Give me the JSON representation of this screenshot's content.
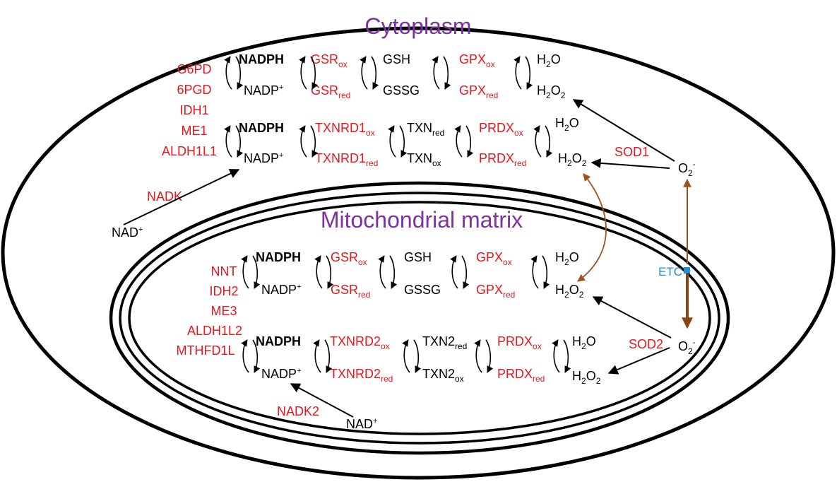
{
  "compartments": {
    "cytoplasm": "Cytoplasm",
    "mito": "Mitochondrial matrix"
  },
  "cyto": {
    "enzymes": [
      "G6PD",
      "6PGD",
      "IDH1",
      "ME1",
      "ALDH1L1"
    ],
    "nadk": "NADK",
    "sod": "SOD1",
    "row1": {
      "nadph": "NADPH",
      "nadp": "NADP",
      "nadp_sup": "+",
      "gsr": "GSR",
      "ox": "ox",
      "red": "red",
      "gsh": "GSH",
      "gssg": "GSSG",
      "gpx": "GPX",
      "water": "H",
      "water_sub": "2",
      "water_o": "O",
      "perox": "H",
      "perox_sub1": "2",
      "perox_o": "O",
      "perox_sub2": "2"
    },
    "row2": {
      "nadph": "NADPH",
      "nadp": "NADP",
      "nadp_sup": "+",
      "txnrd": "TXNRD1",
      "ox": "ox",
      "red": "red",
      "txn": "TXN",
      "prdx": "PRDX",
      "water": "H",
      "water_sub": "2",
      "water_o": "O",
      "perox": "H",
      "perox_sub1": "2",
      "perox_o": "O",
      "perox_sub2": "2"
    },
    "nad": "NAD",
    "nad_sup": "+",
    "superoxide": "O",
    "superoxide_sub": "2",
    "superoxide_sup": "-"
  },
  "mito": {
    "enzymes": [
      "NNT",
      "IDH2",
      "ME3",
      "ALDH1L2",
      "MTHFD1L"
    ],
    "nadk": "NADK2",
    "sod": "SOD2",
    "row1": {
      "nadph": "NADPH",
      "nadp": "NADP",
      "nadp_sup": "+",
      "gsr": "GSR",
      "ox": "ox",
      "red": "red",
      "gsh": "GSH",
      "gssg": "GSSG",
      "gpx": "GPX",
      "water": "H",
      "water_sub": "2",
      "water_o": "O",
      "perox": "H",
      "perox_sub1": "2",
      "perox_o": "O",
      "perox_sub2": "2"
    },
    "row2": {
      "nadph": "NADPH",
      "nadp": "NADP",
      "nadp_sup": "+",
      "txnrd": "TXNRD2",
      "ox": "ox",
      "red": "red",
      "txn": "TXN2",
      "prdx": "PRDX",
      "water": "H",
      "water_sub": "2",
      "water_o": "O",
      "perox": "H",
      "perox_sub1": "2",
      "perox_o": "O",
      "perox_sub2": "2"
    },
    "nad": "NAD",
    "nad_sup": "+",
    "superoxide": "O",
    "superoxide_sub": "2",
    "superoxide_sup": "-"
  },
  "etc": "ETC",
  "colors": {
    "enzyme": "#e8161c",
    "title": "#7d32a0",
    "etc": "#1f8fd0",
    "transport": "#a0521d",
    "etc_arrow": "#8b4513"
  }
}
